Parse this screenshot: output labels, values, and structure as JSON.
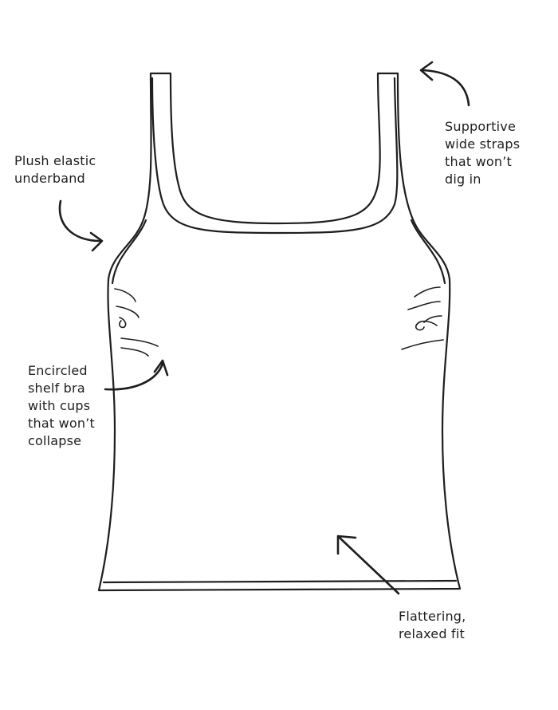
{
  "callouts": {
    "straps": {
      "lines": [
        "Supportive",
        "wide straps",
        "that won’t",
        "dig in"
      ]
    },
    "underband": {
      "lines": [
        "Plush elastic",
        "underband"
      ]
    },
    "shelf_bra": {
      "lines": [
        "Encircled",
        "shelf bra",
        "with cups",
        "that won’t",
        "collapse"
      ]
    },
    "fit": {
      "lines": [
        "Flattering,",
        "relaxed fit"
      ]
    }
  },
  "colors": {
    "ink": "#1e1e1e",
    "background": "#ffffff"
  }
}
